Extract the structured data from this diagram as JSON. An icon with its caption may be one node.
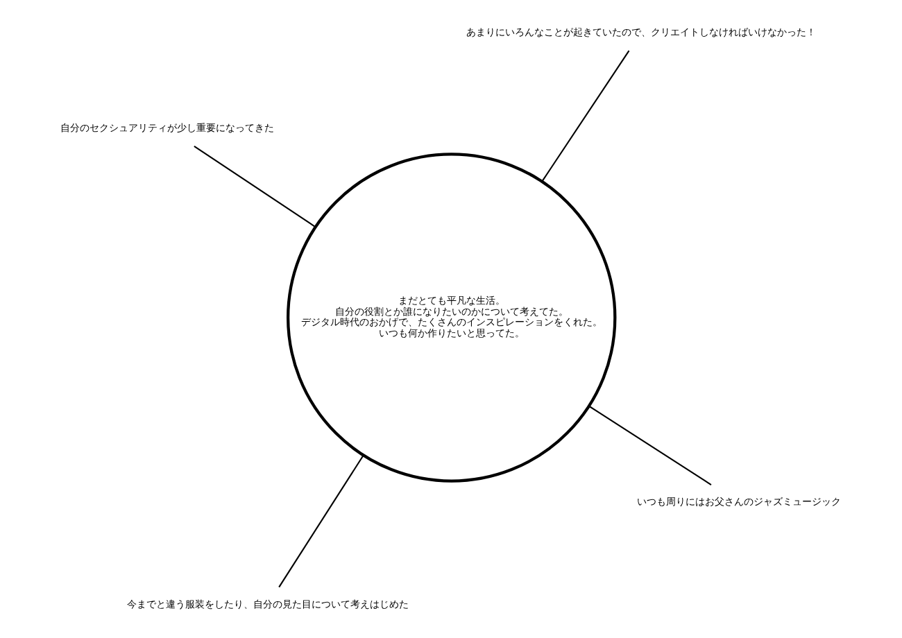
{
  "diagram": {
    "nodes": [
      {
        "text": [
          "まだとても平凡な生活。",
          "自分の役割とか誰になりたいのかについて考えてた。",
          "デジタル時代のおかげで、たくさんのインスピレーションをくれた。",
          "いつも何か作りたいと思ってた。"
        ]
      },
      {
        "text": [
          "いつも周りにはお父さんのジャズミュージック"
        ]
      },
      {
        "text": [
          "今までと違う服装をしたり、自分の見た目について考えはじめた"
        ]
      },
      {
        "text": [
          "自分のセクシュアリティが少し重要になってきた"
        ]
      },
      {
        "text": [
          "あまりにいろんなことが起きていたので、クリエイトしなければいけなかった！"
        ]
      }
    ],
    "edges": [
      {
        "from": 1,
        "to": 0,
        "arrow": "none"
      },
      {
        "from": 2,
        "to": 0,
        "arrow": "none"
      },
      {
        "from": 3,
        "to": 0,
        "arrow": "none"
      },
      {
        "from": 4,
        "to": 0,
        "arrow": "none"
      }
    ]
  }
}
